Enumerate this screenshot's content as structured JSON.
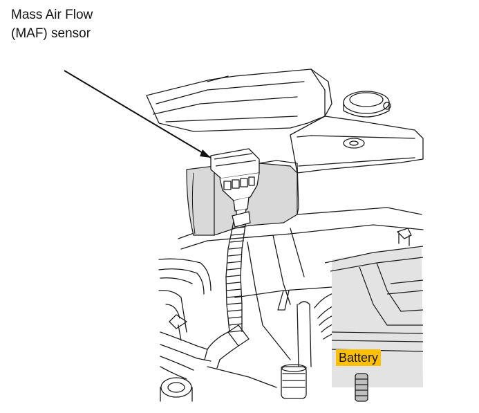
{
  "labels": {
    "maf_line1": "Mass Air Flow",
    "maf_line2": "(MAF) sensor",
    "battery": "Battery"
  },
  "colors": {
    "battery_label_bg": "#FFC000",
    "component_fill": "#d9d9d9",
    "battery_fill": "#e3e3e3",
    "line": "#1a1a1a"
  }
}
